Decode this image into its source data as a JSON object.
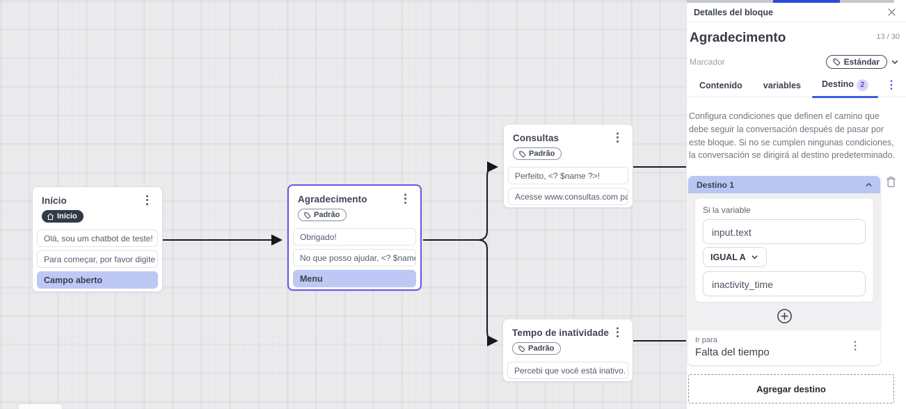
{
  "canvas": {
    "nodes": [
      {
        "title": "Início",
        "badge": "Início",
        "items": [
          "Olá, sou um chatbot de teste!",
          "Para começar, por favor digite o ...",
          "Campo aberto"
        ]
      },
      {
        "title": "Agradecimento",
        "badge": "Padrão",
        "items": [
          "Obrigado!",
          "No que posso ajudar, <? $name ...",
          "Menu"
        ]
      },
      {
        "title": "Consultas",
        "badge": "Padrão",
        "items": [
          "Perfeito, <? $name ?>!",
          "Acesse www.consultas.com par..."
        ]
      },
      {
        "title": "Tempo de inatividade",
        "badge": "Padrão",
        "items": [
          "Percebi que você está inativo. C..."
        ]
      }
    ]
  },
  "panel": {
    "header": {
      "title": "Detalles del bloque"
    },
    "block": {
      "title": "Agradecimento",
      "counter": "13 / 30"
    },
    "marker": {
      "label": "Marcador",
      "value": "Estándar"
    },
    "tabs": {
      "contenido": "Contenido",
      "variables": "variables",
      "destino": "Destino",
      "destino_badge": "2"
    },
    "description": "Configura condiciones que definen el camino que debe seguir la conversación después de pasar por este bloque. Si no se cumplen ningunas condiciones, la conversación se dirigirá al destino predeterminado.",
    "destination": {
      "header": "Destino 1",
      "condition_label": "Si la variable",
      "variable_value": "input.text",
      "operator": "IGUAL A",
      "compare_value": "inactivity_time",
      "goto_label": "Ir para",
      "goto_value": "Falta del tiempo"
    },
    "add_destination": "Agregar destino"
  },
  "colors": {
    "accent_blue": "#3b5bdb",
    "selected_node_border": "#6257e5",
    "highlight_row": "#bdc9f4",
    "destination_header": "#b9c6f3",
    "dark_badge": "#333a47",
    "edge": "#17181c"
  }
}
